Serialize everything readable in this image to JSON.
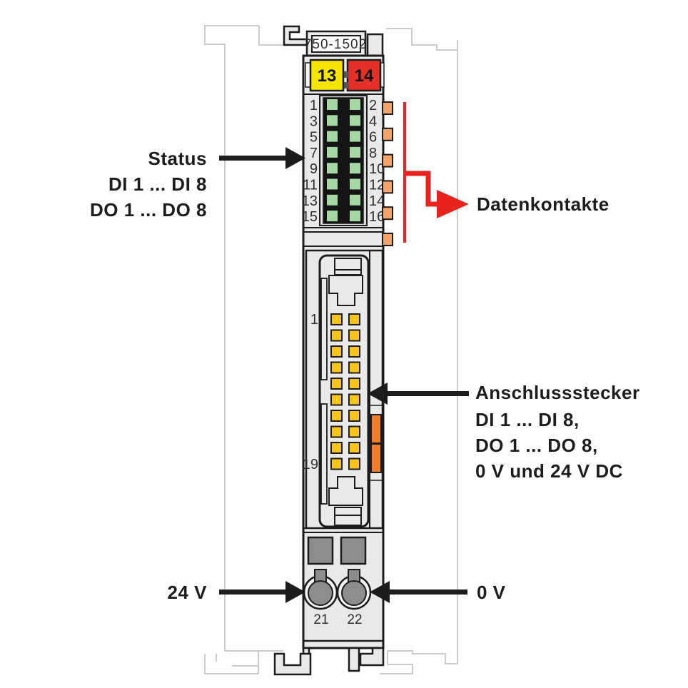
{
  "module": {
    "part_number": "750-1502",
    "code_blocks": [
      {
        "label": "13",
        "color": "#f6e500"
      },
      {
        "label": "14",
        "color": "#e53028"
      }
    ],
    "led_numbers_left": [
      "1",
      "3",
      "5",
      "7",
      "9",
      "11",
      "13",
      "15"
    ],
    "led_numbers_right": [
      "2",
      "4",
      "6",
      "8",
      "10",
      "12",
      "14",
      "16"
    ],
    "led_count": 16,
    "data_contact_count": 6,
    "connector_pin_rows": 10,
    "connector_first_pin": "1",
    "connector_last_pin": "19",
    "terminal_labels": [
      "21",
      "22"
    ]
  },
  "annotations": {
    "status": {
      "lines": [
        "Status",
        "DI 1 ... DI 8",
        "DO 1 ... DO 8"
      ]
    },
    "datenkontakte": {
      "label": "Datenkontakte"
    },
    "anschlussstecker": {
      "lines": [
        "Anschlussstecker",
        "DI 1 ... DI 8,",
        "DO 1 ... DO 8,",
        "0 V und 24 V DC"
      ]
    },
    "power": {
      "left": "24 V",
      "right": "0 V"
    }
  },
  "colors": {
    "outline_black": "#1c1c1c",
    "module_gray": "#e9e9e9",
    "neighbor_gray": "#cccccc",
    "led_green": "#a5d6a4",
    "led_block_black": "#141414",
    "code_yellow": "#f6e500",
    "code_red": "#e53028",
    "contact_orange": "#f3a569",
    "insert_orange": "#ee7f28",
    "pin_yellow": "#f6c51d",
    "tab_gray": "#d7d7d7",
    "terminal_gray": "#8d8d8d",
    "arrow_red": "#e8231e"
  }
}
